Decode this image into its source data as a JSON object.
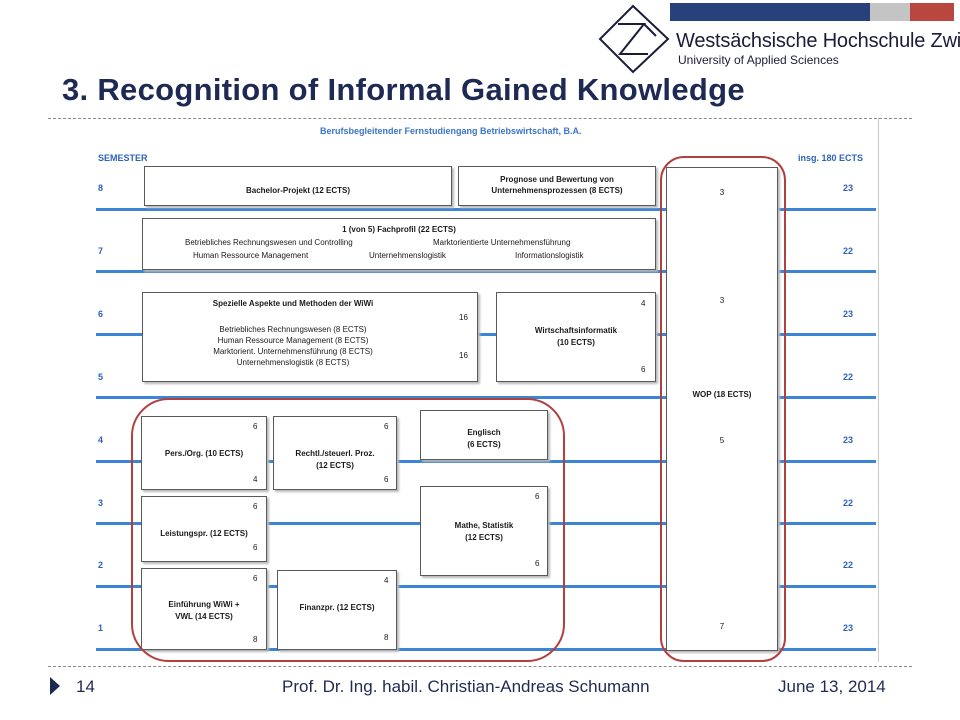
{
  "header": {
    "university_name": "Westsächsische Hochschule Zwickau",
    "university_subtitle": "University of Applied Sciences",
    "brand_colors": [
      "#27417d",
      "#c4c4c4",
      "#b9463f"
    ],
    "logo_icon": "rhombus-monogram-logo"
  },
  "slide": {
    "title": "3. Recognition of Informal Gained Knowledge"
  },
  "curriculum": {
    "title": "Berufsbegleitender Fernstudiengang Betriebswirtschaft, B.A.",
    "semester_header": "SEMESTER",
    "ects_header": "insg. 180 ECTS",
    "semesters": [
      {
        "number": "8",
        "ects": "23"
      },
      {
        "number": "7",
        "ects": "22"
      },
      {
        "number": "6",
        "ects": "23"
      },
      {
        "number": "5",
        "ects": "22"
      },
      {
        "number": "4",
        "ects": "23"
      },
      {
        "number": "3",
        "ects": "22"
      },
      {
        "number": "2",
        "ects": "22"
      },
      {
        "number": "1",
        "ects": "23"
      }
    ],
    "modules": {
      "bachelor": {
        "label": "Bachelor-Projekt (12 ECTS)"
      },
      "prognose": {
        "label1": "Prognose und Bewertung von",
        "label2": "Unternehmensprozessen (8 ECTS)"
      },
      "fachprofil": {
        "label": "1 (von 5) Fachprofil (22 ECTS)",
        "items": [
          "Betriebliches Rechnungswesen und Controlling",
          "Marktorientierte Unternehmensführung",
          "Human Ressource Management",
          "Unternehmenslogistik",
          "Informationslogistik"
        ]
      },
      "spezielle": {
        "label": "Spezielle Aspekte und Methoden der WiWi",
        "items": [
          "Betriebliches Rechnungswesen (8 ECTS)",
          "Human Ressource Management (8 ECTS)",
          "Marktorient. Unternehmensführung  (8 ECTS)",
          "Unternehmenslogistik (8 ECTS)"
        ],
        "ects_top": "16",
        "ects_bottom": "16"
      },
      "wirtschaftsinformatik": {
        "label1": "Wirtschaftsinformatik",
        "label2": "(10 ECTS)",
        "ects_top": "4",
        "ects_bottom": "6"
      },
      "wop": {
        "label": "WOP (18 ECTS)",
        "values": [
          "3",
          "3",
          "5",
          "7"
        ]
      },
      "pers_org": {
        "label": "Pers./Org. (10 ECTS)",
        "ects_top": "6",
        "ects_bottom": "4"
      },
      "rechtl": {
        "label1": "Rechtl./steuerl. Proz.",
        "label2": "(12 ECTS)",
        "ects_top": "6",
        "ects_bottom": "6"
      },
      "englisch": {
        "label1": "Englisch",
        "label2": "(6 ECTS)"
      },
      "leistungspr": {
        "label": "Leistungspr. (12 ECTS)",
        "ects_top": "6",
        "ects_bottom": "6"
      },
      "mathe": {
        "label1": "Mathe, Statistik",
        "label2": "(12 ECTS)",
        "ects_top": "6",
        "ects_bottom": "6"
      },
      "einfuehrung": {
        "label1": "Einführung WiWi +",
        "label2": "VWL (14 ECTS)",
        "ects_top": "6",
        "ects_bottom": "8"
      },
      "finanzpr": {
        "label": "Finanzpr. (12 ECTS)",
        "ects_top": "4",
        "ects_bottom": "8"
      }
    }
  },
  "footer": {
    "page_number": "14",
    "author": "Prof. Dr. Ing. habil. Christian-Andreas Schumann",
    "date": "June 13, 2014"
  }
}
